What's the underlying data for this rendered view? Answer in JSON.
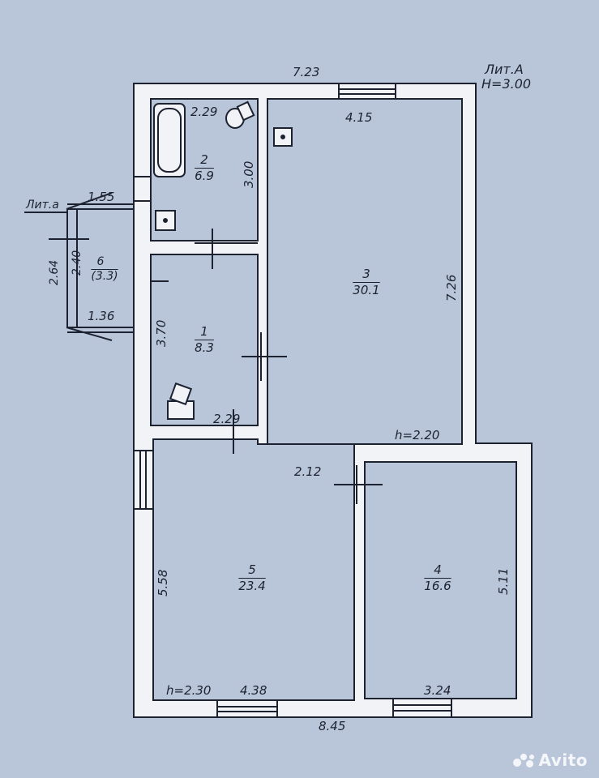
{
  "header": {
    "litera": "Лит.А",
    "height": "H=3.00"
  },
  "annex": {
    "litera": "Лит.а"
  },
  "rooms": [
    {
      "num": "1",
      "area": "8.3"
    },
    {
      "num": "2",
      "area": "6.9"
    },
    {
      "num": "3",
      "area": "30.1"
    },
    {
      "num": "4",
      "area": "16.6"
    },
    {
      "num": "5",
      "area": "23.4"
    },
    {
      "num": "6",
      "area": "(3.3)"
    }
  ],
  "dims": {
    "top_width": "7.23",
    "bottom_width": "8.45",
    "r2_width": "2.29",
    "r2_height": "3.00",
    "r3_width": "4.15",
    "r3_height": "7.26",
    "r3_ceiling": "h=2.20",
    "r1_height": "3.70",
    "r1_width": "2.29",
    "r5_top": "2.12",
    "r5_height": "5.58",
    "r5_ceiling": "h=2.30",
    "r5_width": "4.38",
    "r4_height": "5.11",
    "r4_width": "3.24",
    "annex_top": "1.55",
    "annex_bottom": "1.36",
    "annex_outer": "2.64",
    "annex_inner": "2.40"
  },
  "watermark": "Avito",
  "colors": {
    "paper": "#b9c6da",
    "ink": "#1c2230",
    "wall": "#ffffff"
  }
}
